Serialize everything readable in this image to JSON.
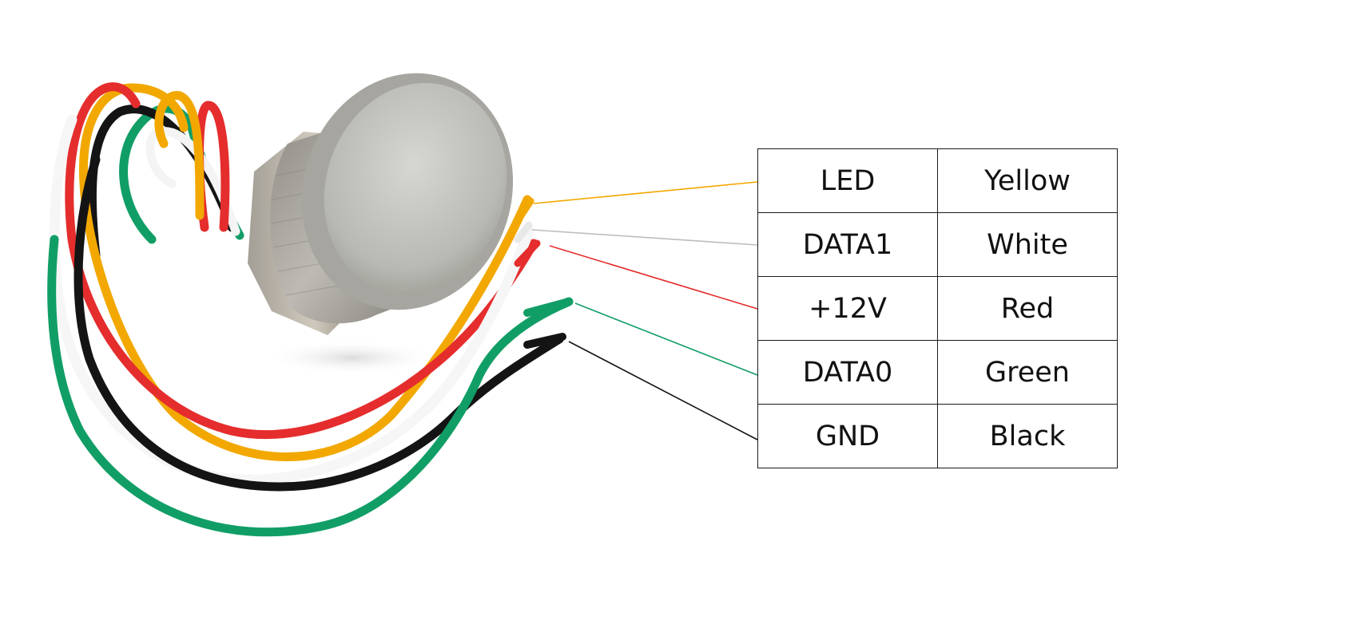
{
  "diagram": {
    "device": "rfid-reader-wiring-photo",
    "wires": [
      {
        "signal": "LED",
        "color_name": "Yellow",
        "color": "#f2a800"
      },
      {
        "signal": "DATA1",
        "color_name": "White",
        "color": "#cfcfcf"
      },
      {
        "signal": "+12V",
        "color_name": "Red",
        "color": "#e52d2d"
      },
      {
        "signal": "DATA0",
        "color_name": "Green",
        "color": "#119e66"
      },
      {
        "signal": "GND",
        "color_name": "Black",
        "color": "#141414"
      }
    ]
  }
}
